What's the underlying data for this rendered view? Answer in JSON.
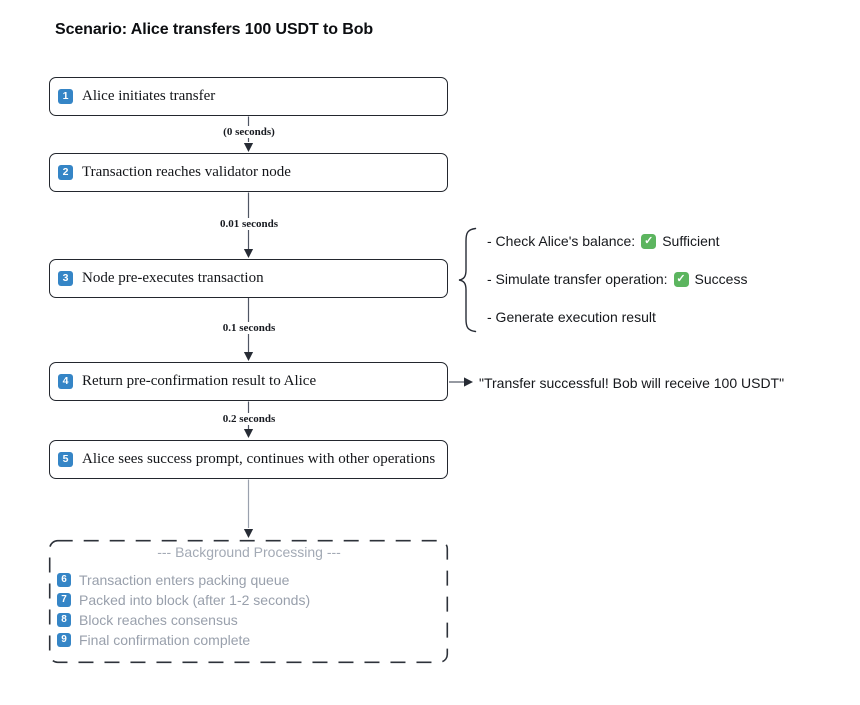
{
  "title": "Scenario: Alice transfers 100 USDT to Bob",
  "steps": [
    {
      "num": "1",
      "label": "Alice initiates transfer"
    },
    {
      "num": "2",
      "label": "Transaction reaches validator node"
    },
    {
      "num": "3",
      "label": "Node pre-executes transaction"
    },
    {
      "num": "4",
      "label": "Return pre-confirmation result to Alice"
    },
    {
      "num": "5",
      "label": "Alice sees success prompt, continues with other operations"
    }
  ],
  "arrow_labels": [
    "(0 seconds)",
    "0.01 seconds",
    "0.1 seconds",
    "0.2 seconds"
  ],
  "pre_execution_details": {
    "items": [
      {
        "prefix": "- Check Alice's balance:",
        "status": "Sufficient"
      },
      {
        "prefix": "- Simulate transfer operation:",
        "status": "Success"
      },
      {
        "prefix": "- Generate execution result"
      }
    ]
  },
  "result_message": "\"Transfer successful! Bob will receive 100 USDT\"",
  "background_processing": {
    "title": "--- Background Processing ---",
    "steps": [
      {
        "num": "6",
        "label": "Transaction enters packing queue"
      },
      {
        "num": "7",
        "label": "Packed into block (after 1-2 seconds)"
      },
      {
        "num": "8",
        "label": "Block reaches consensus"
      },
      {
        "num": "9",
        "label": "Final confirmation complete"
      }
    ]
  },
  "icons": {
    "check": "✓"
  },
  "colors": {
    "badge_blue": "#3585c6",
    "check_green": "#5cb55f",
    "muted_gray": "#99a0ac"
  }
}
